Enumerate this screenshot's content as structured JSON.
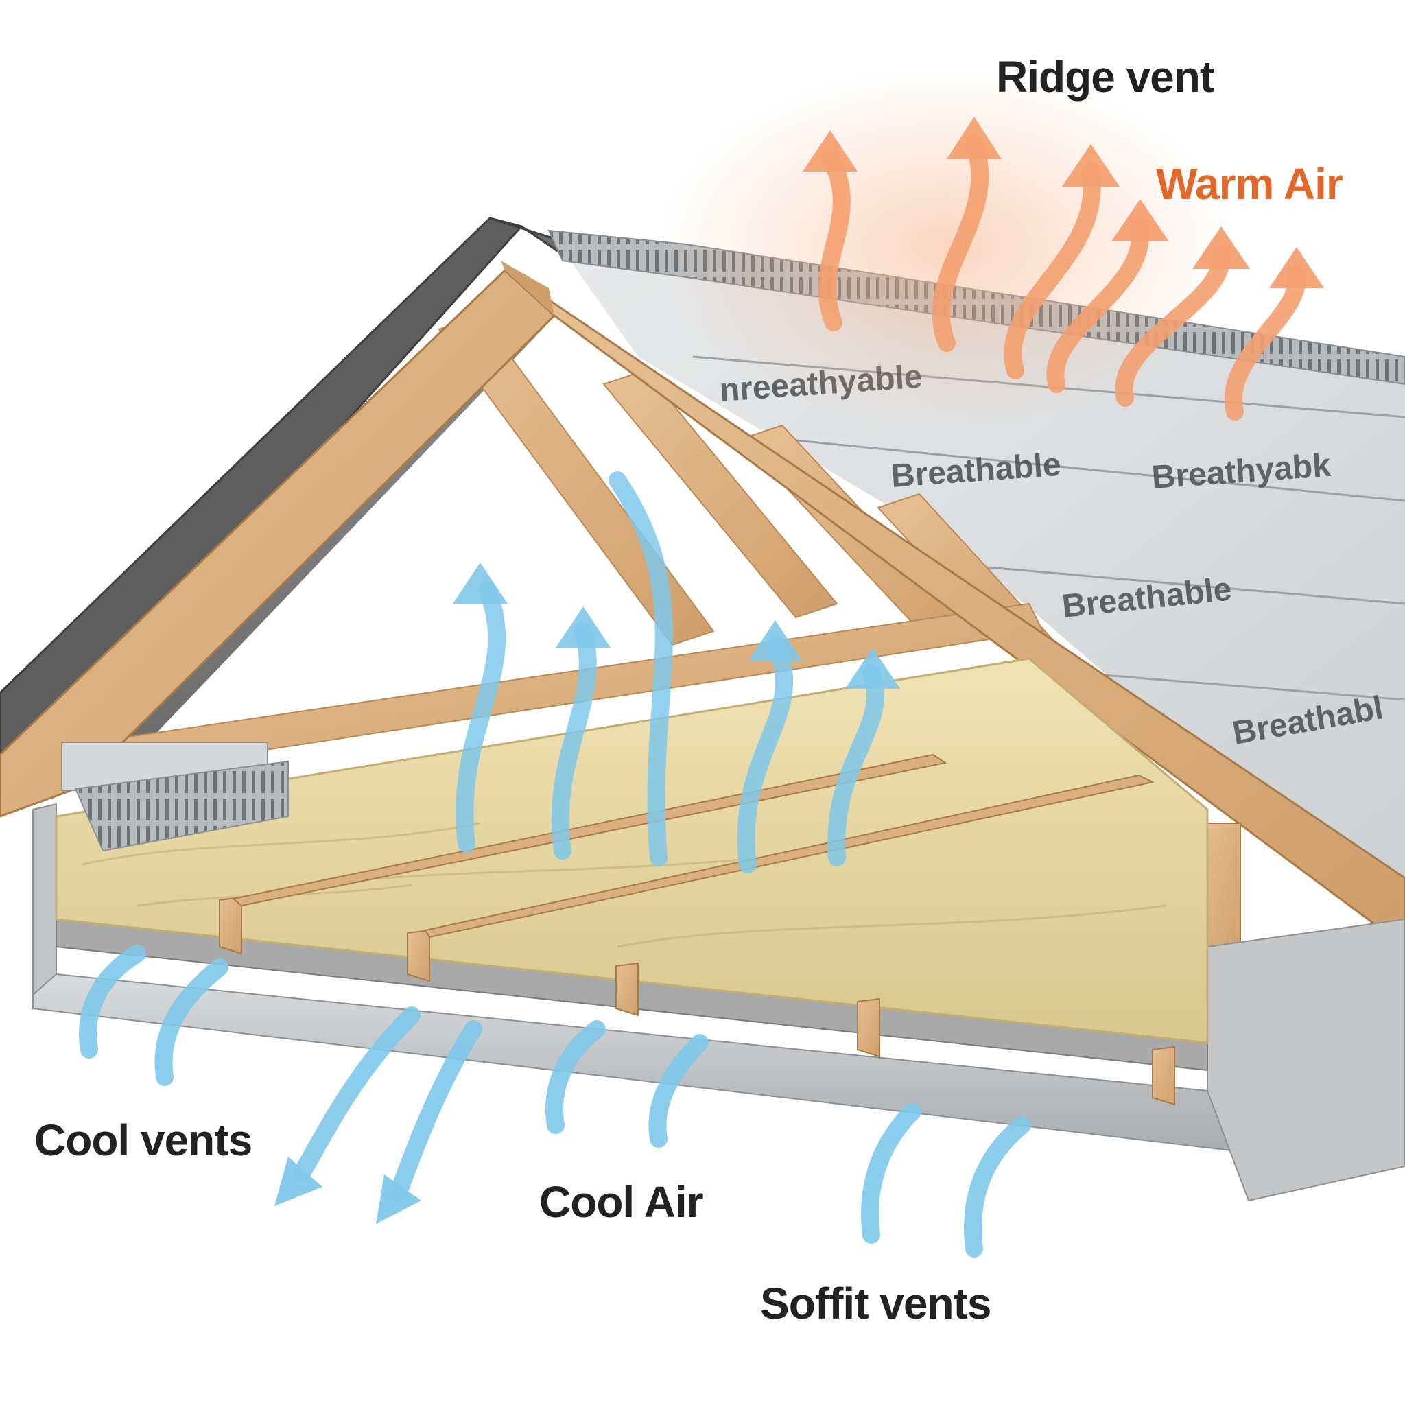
{
  "labels": {
    "ridge_vent": "Ridge vent",
    "warm_air": "Warm Air",
    "cool_vents": "Cool vents",
    "cool_air": "Cool Air",
    "soffit_vents": "Soffit vents"
  },
  "membrane_print": [
    "Breathable",
    "nreeathyable",
    "Breathyabk",
    "Breathabl",
    "Breathable"
  ],
  "colors": {
    "warm_air": "#e2682a",
    "warm_arrow": "#f4a070",
    "cool_arrow": "#7fc8ea",
    "wood": "#d9ae7c",
    "wood_edge": "#b98a55",
    "insulation": "#e6d6a2",
    "membrane": "#d6d8da",
    "shingle": "#5e5e5e",
    "metal": "#c9cbcd",
    "label_text": "#222222"
  }
}
